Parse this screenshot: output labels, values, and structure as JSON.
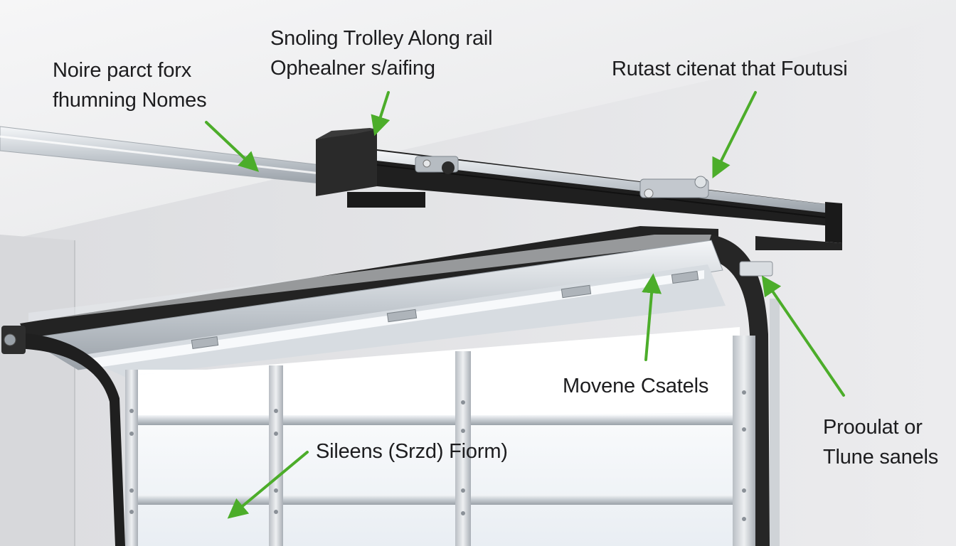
{
  "diagram": {
    "subject": "garage door opener rail and sectional door illustration",
    "annotations": [
      {
        "id": "note-left",
        "lines": [
          "Noire parct forx",
          "fhumning Nomes"
        ]
      },
      {
        "id": "note-top",
        "lines": [
          "Snoling Trolley Along rail",
          "Ophealner s/aifing"
        ]
      },
      {
        "id": "note-right",
        "lines": [
          "Rutast citenat that Foutusi"
        ]
      },
      {
        "id": "note-middle",
        "lines": [
          "Movene Csatels"
        ]
      },
      {
        "id": "note-far-right",
        "lines": [
          "Prooulat or",
          "Tlune sanels"
        ]
      },
      {
        "id": "note-bottom",
        "lines": [
          "Sileens (Srzd) Fiorm)"
        ]
      }
    ],
    "colors": {
      "arrow": "#4cad2a",
      "rail_dark": "#1f1f1f",
      "rail_aluminum": "#c9ced3",
      "wall": "#e6e7e9",
      "ceiling": "#f0f1f2",
      "door_panel": "#f3f6f9",
      "text": "#1d1d1f"
    }
  }
}
